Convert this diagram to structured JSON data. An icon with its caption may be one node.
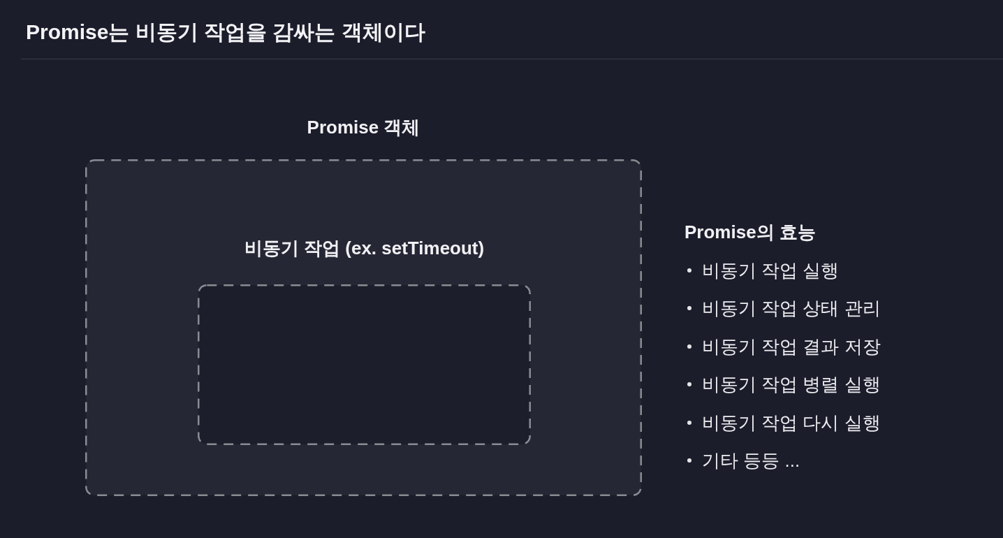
{
  "diagram": {
    "title": "Promise는 비동기 작업을 감싸는 객체이다",
    "nodes": [
      {
        "text": [
          "Promise 객체"
        ]
      },
      {
        "text": [
          "비동기 작업 (ex. setTimeout)"
        ],
        "in": 0
      }
    ],
    "labels": [
      "Promise의 효능",
      "비동기 작업 실행",
      "비동기 작업 상태 관리",
      "비동기 작업 결과 저장",
      "비동기 작업 병렬 실행",
      "비동기 작업 다시 실행",
      "기타 등등 ..."
    ]
  }
}
